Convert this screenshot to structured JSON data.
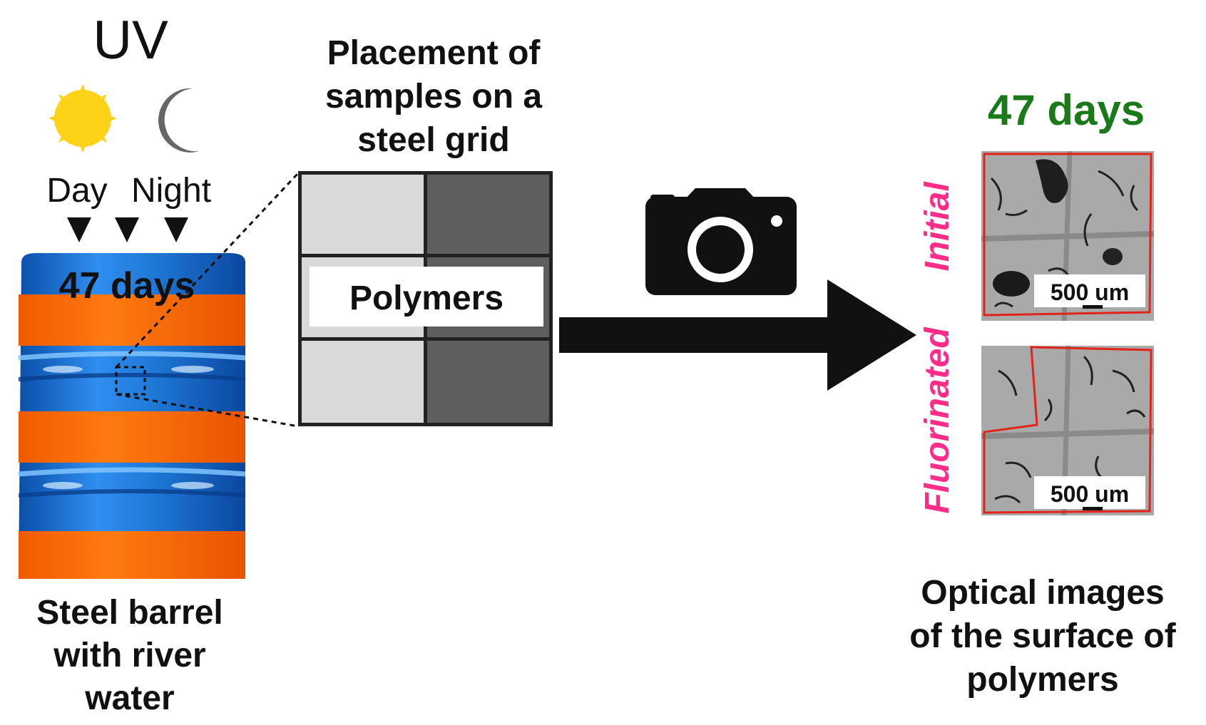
{
  "uv_label": "UV",
  "day_label": "Day",
  "night_label": "Night",
  "barrel_days": "47 days",
  "barrel_caption": [
    "Steel barrel",
    "with river",
    "water"
  ],
  "grid_caption": [
    "Placement of",
    "samples on a",
    "steel grid"
  ],
  "polymers_label": "Polymers",
  "result_days": "47 days",
  "initial_label": "Initial",
  "fluorinated_label": "Fluorinated",
  "scale_label_top": "500 um",
  "scale_label_bottom": "500 um",
  "optical_caption": [
    "Optical images",
    "of the surface of",
    "polymers"
  ],
  "colors": {
    "barrel_blue": "#1f78d6",
    "barrel_orange": "#ff6a00",
    "sun": "#ffd21a",
    "moon": "#666666",
    "days_green": "#1a7a1a",
    "label_pink": "#ff2d8a",
    "outline_red": "#e2231a"
  }
}
